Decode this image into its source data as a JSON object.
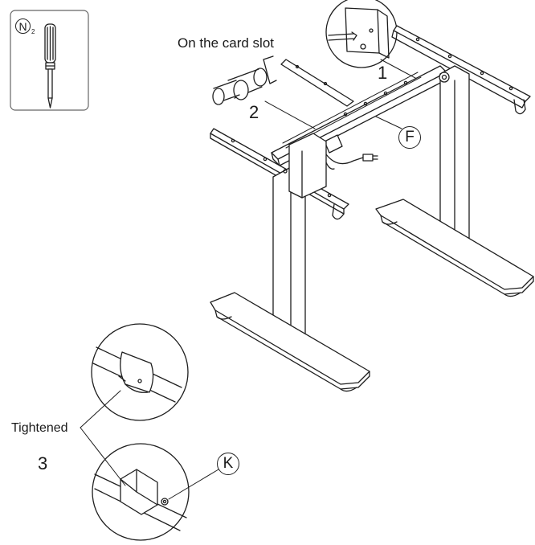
{
  "labels": {
    "card_slot": "On the card slot",
    "step_1": "1",
    "step_2": "2",
    "step_3": "3",
    "tightened": "Tightened",
    "part_f": "F",
    "part_k": "K"
  },
  "tool": {
    "letter": "N",
    "subscript": "2",
    "icon": "screwdriver-icon"
  }
}
